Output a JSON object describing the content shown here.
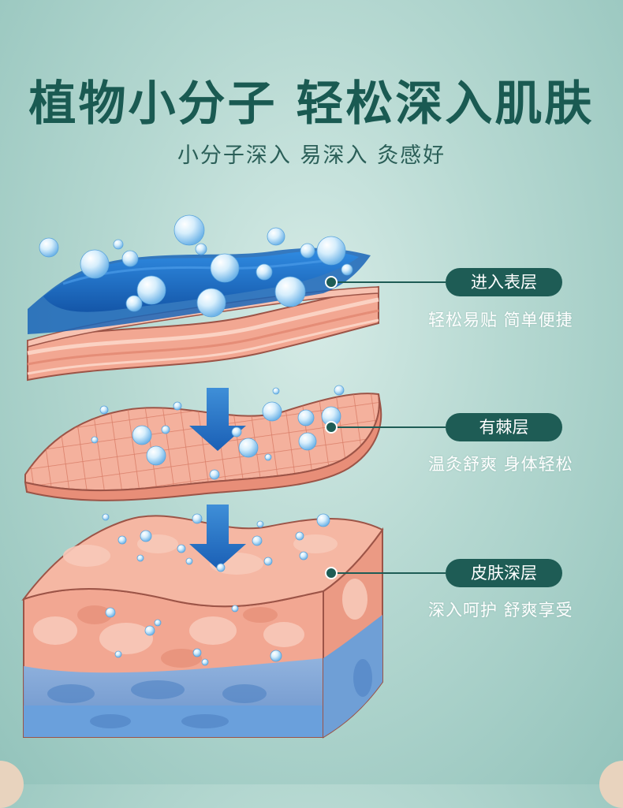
{
  "header": {
    "title": "植物小分子 轻松深入肌肤",
    "subtitle": "小分子深入 易深入 灸感好"
  },
  "layers": [
    {
      "label": "进入表层",
      "desc": "轻松易贴 简单便捷"
    },
    {
      "label": "有棘层",
      "desc": "温灸舒爽 身体轻松"
    },
    {
      "label": "皮肤深层",
      "desc": "深入呵护 舒爽享受"
    }
  ],
  "colors": {
    "accent": "#1e5c55",
    "water_blue": "#1f6fc4",
    "skin_pink": "#f2a792",
    "deep_blue": "#6f9fd6"
  },
  "icons": [
    "water-droplet-icon",
    "down-arrow-icon"
  ]
}
